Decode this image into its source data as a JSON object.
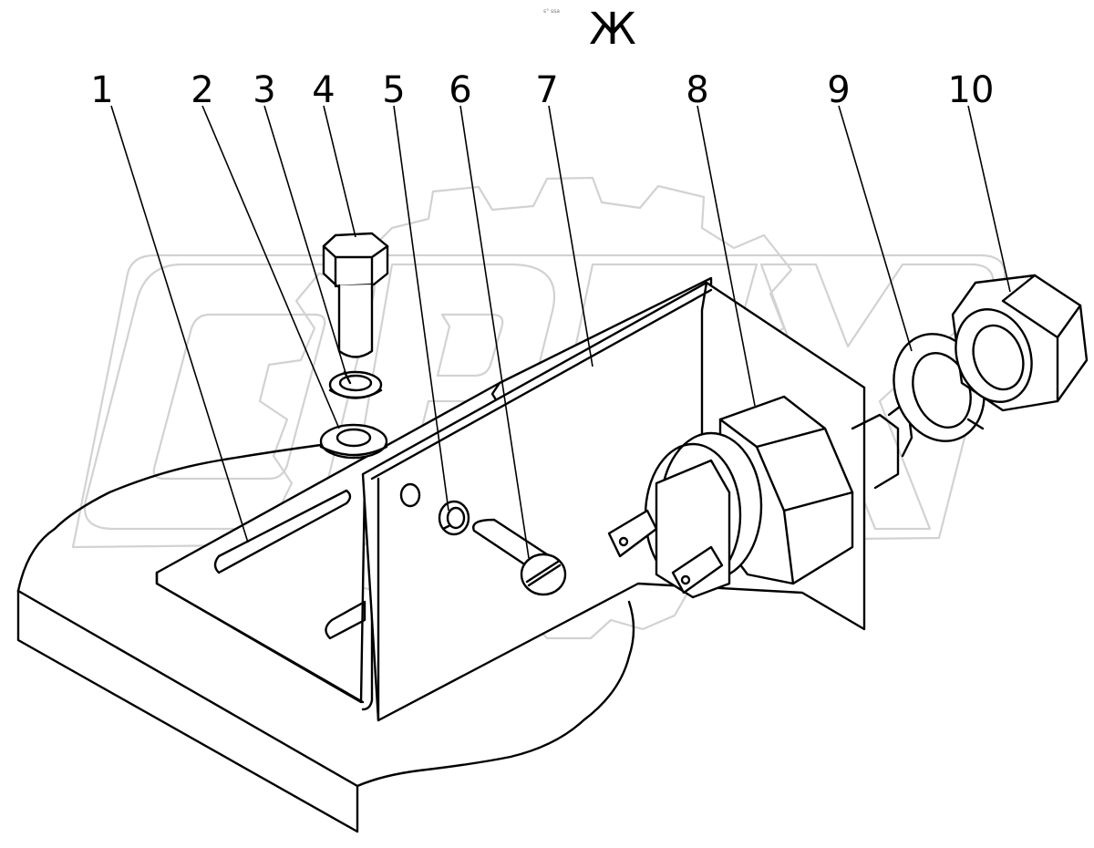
{
  "view_label": "Ж",
  "watermark_text": "OPEX",
  "tiny_caption": "s° ssa",
  "callouts": [
    "1",
    "2",
    "3",
    "4",
    "5",
    "6",
    "7",
    "8",
    "9",
    "10"
  ],
  "parts": [
    {
      "id": "1",
      "icon": "bracket-slot-icon"
    },
    {
      "id": "2",
      "icon": "flat-washer-icon"
    },
    {
      "id": "3",
      "icon": "spring-washer-icon"
    },
    {
      "id": "4",
      "icon": "hex-bolt-icon"
    },
    {
      "id": "5",
      "icon": "spring-washer-icon"
    },
    {
      "id": "6",
      "icon": "screw-icon"
    },
    {
      "id": "7",
      "icon": "angle-bracket-icon"
    },
    {
      "id": "8",
      "icon": "sensor-switch-icon"
    },
    {
      "id": "9",
      "icon": "spring-washer-icon"
    },
    {
      "id": "10",
      "icon": "hex-nut-icon"
    }
  ]
}
